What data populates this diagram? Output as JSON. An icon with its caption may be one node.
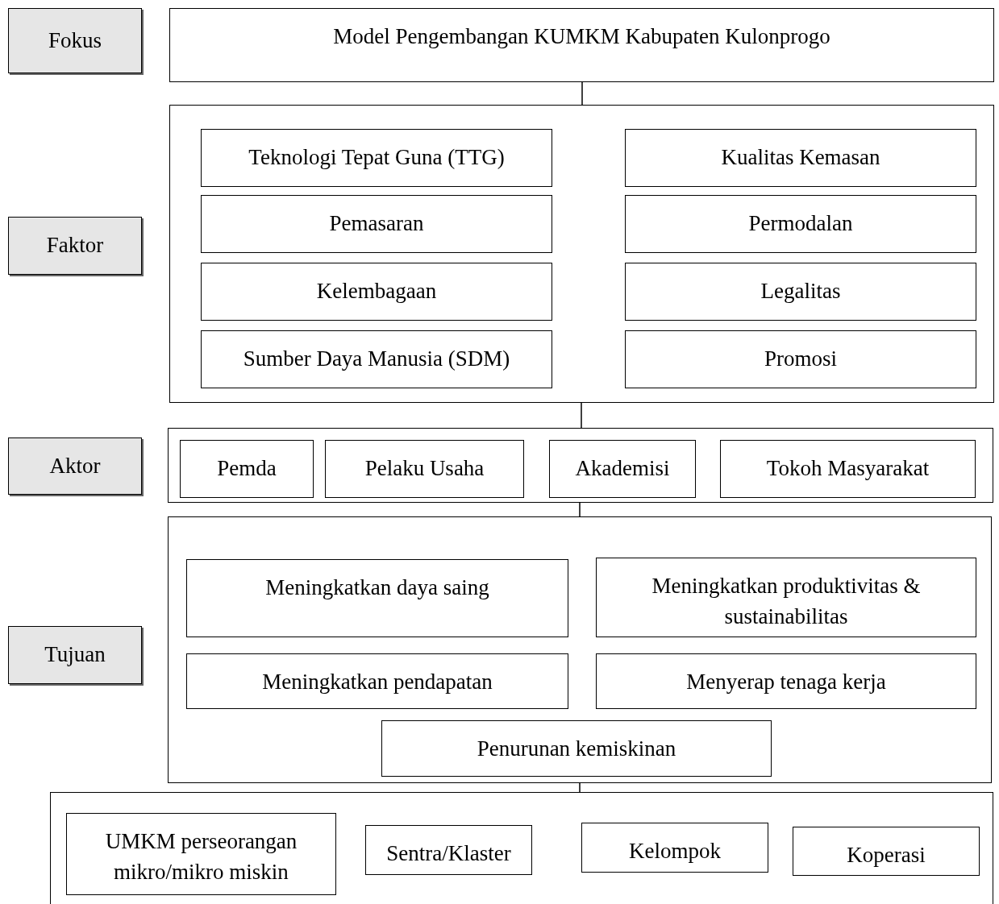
{
  "diagram": {
    "nodes": [
      {
        "text": [
          "Fokus"
        ]
      },
      {
        "text": [
          "Model Pengembangan KUMKM Kabupaten Kulonprogo"
        ]
      },
      {
        "text": [
          "Faktor"
        ]
      },
      {
        "text": [],
        "shape": "box"
      },
      {
        "text": [
          "Teknologi Tepat Guna (TTG)"
        ],
        "in": 3
      },
      {
        "text": [
          "Kualitas Kemasan"
        ],
        "in": 3
      },
      {
        "text": [
          "Pemasaran"
        ],
        "in": 3
      },
      {
        "text": [
          "Permodalan"
        ],
        "in": 3
      },
      {
        "text": [
          "Kelembagaan"
        ],
        "in": 3
      },
      {
        "text": [
          "Legalitas"
        ],
        "in": 3
      },
      {
        "text": [
          "Sumber Daya Manusia (SDM)"
        ],
        "in": 3
      },
      {
        "text": [
          "Promosi"
        ],
        "in": 3
      },
      {
        "text": [
          "Aktor"
        ]
      },
      {
        "text": [],
        "shape": "box"
      },
      {
        "text": [
          "Pemda"
        ],
        "in": 13
      },
      {
        "text": [
          "Pelaku Usaha"
        ],
        "in": 13
      },
      {
        "text": [
          "Akademisi"
        ],
        "in": 13
      },
      {
        "text": [
          "Tokoh Masyarakat"
        ],
        "in": 13
      },
      {
        "text": [
          "Tujuan"
        ]
      },
      {
        "text": [],
        "shape": "box"
      },
      {
        "text": [
          "Meningkatkan daya saing"
        ],
        "in": 19
      },
      {
        "text": [
          "Meningkatkan produktivitas & sustainabilitas"
        ],
        "in": 19
      },
      {
        "text": [
          "Meningkatkan pendapatan"
        ],
        "in": 19
      },
      {
        "text": [
          "Menyerap tenaga kerja"
        ],
        "in": 19
      },
      {
        "text": [
          "Penurunan kemiskinan"
        ],
        "in": 19
      },
      {
        "text": [],
        "shape": "box"
      },
      {
        "text": [
          "UMKM perseorangan mikro/mikro miskin"
        ],
        "in": 25
      },
      {
        "text": [
          "Sentra/Klaster"
        ],
        "in": 25
      },
      {
        "text": [
          "Kelompok"
        ],
        "in": 25
      },
      {
        "text": [
          "Koperasi"
        ],
        "in": 25
      }
    ],
    "edges": [
      {
        "from": 1,
        "to": 3,
        "arrow": "none"
      },
      {
        "from": 3,
        "to": 13,
        "arrow": "none"
      },
      {
        "from": 13,
        "to": 19,
        "arrow": "none"
      },
      {
        "from": 19,
        "to": 25,
        "arrow": "none"
      }
    ]
  }
}
